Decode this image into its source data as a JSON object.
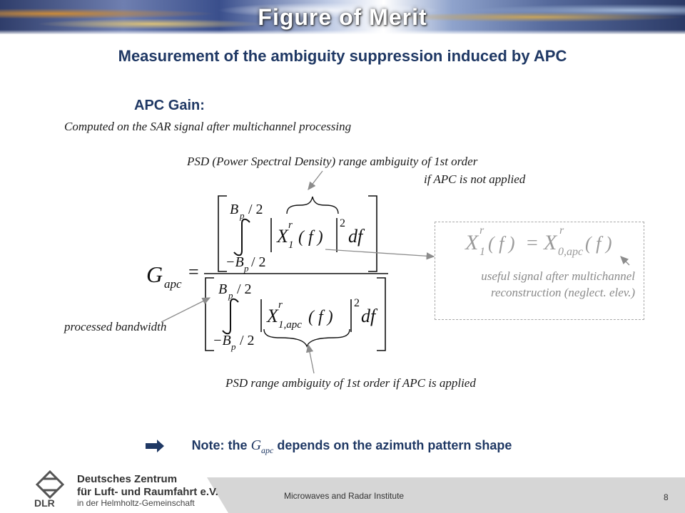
{
  "header": {
    "title": "Figure of Merit"
  },
  "subtitle": "Measurement of the ambiguity suppression induced by APC",
  "section": {
    "heading": "APC Gain:",
    "description": "Computed on the SAR signal after multichannel processing"
  },
  "annotations": {
    "psd_top_line1": "PSD (Power Spectral Density) range ambiguity of 1st order",
    "psd_top_line2": "if APC is not applied",
    "processed_bandwidth": "processed bandwidth",
    "psd_bottom": "PSD range ambiguity of 1st order if APC is applied",
    "useful_line1": "useful signal after multichannel",
    "useful_line2": "reconstruction (neglect. elev.)"
  },
  "formula": {
    "lhs": "G",
    "lhs_sub": "apc",
    "equals": "=",
    "upper_limit": "B",
    "upper_limit_sub": "p",
    "upper_limit_rest": "/ 2",
    "lower_limit": "−B",
    "lower_limit_sub": "p",
    "lower_limit_rest": "/ 2",
    "integrand_symbol": "X",
    "sup_r": "r",
    "num_sub": "1",
    "den_sub": "1,apc",
    "arg": "( f )",
    "power": "2",
    "df": "df",
    "box_lhs_sub": "1",
    "box_rhs_sub": "0,apc",
    "box_eq": "="
  },
  "note": {
    "prefix": "Note: the",
    "symbol": "G",
    "symbol_sub": "apc",
    "suffix": "depends on the azimuth pattern shape"
  },
  "footer": {
    "institute": "Microwaves and Radar Institute",
    "page": "8",
    "logo_abbrev": "DLR",
    "logo_line1": "Deutsches Zentrum",
    "logo_line2": "für Luft- und Raumfahrt e.V.",
    "logo_line3": "in der Helmholtz-Gemeinschaft"
  },
  "colors": {
    "title_blue": "#1f3864",
    "footer_gray": "#d6d6d6",
    "arrow_gray": "#8c8c8c"
  },
  "icons": {
    "note_arrow": "right-arrow-icon",
    "logo": "dlr-logo-icon"
  }
}
